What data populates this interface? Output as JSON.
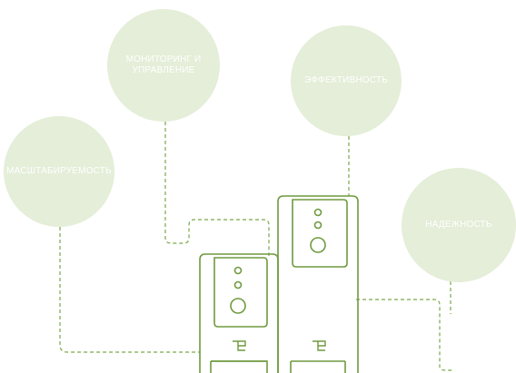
{
  "features": {
    "monitoring": "МОНИТОРИНГ И\nУПРАВЛЕНИЕ",
    "efficiency": "ЭФФЕКТИВНОСТЬ",
    "scalability": "МАСШТАБИРУЕМОСТЬ",
    "reliability": "НАДЕЖНОСТЬ"
  },
  "colors": {
    "circle_fill": "#e4eed8",
    "outline": "#6f9a3f",
    "dash": "#7aa84a"
  },
  "icons": {
    "brand": "brand-logo-icon"
  }
}
